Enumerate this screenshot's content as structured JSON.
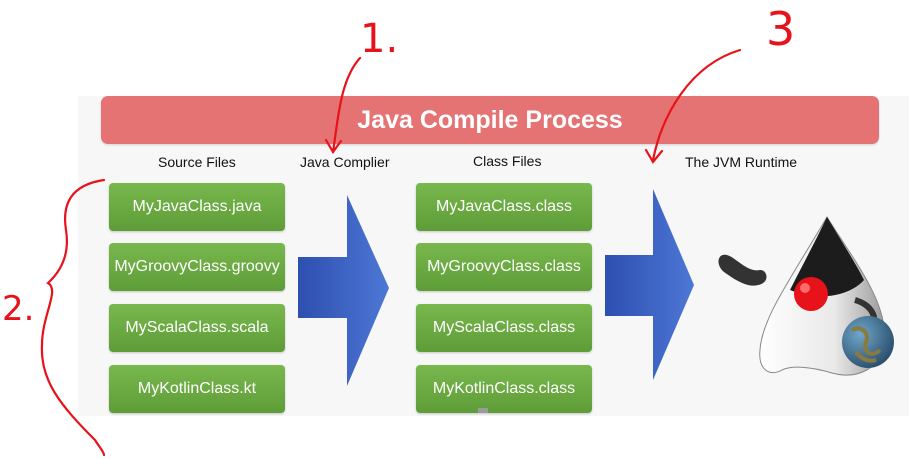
{
  "title": "Java Compile Process",
  "columns": {
    "source": "Source Files",
    "compiler": "Java Complier",
    "class_files": "Class Files",
    "runtime": "The JVM Runtime"
  },
  "source_files": [
    "MyJavaClass.java",
    "MyGroovyClass.groovy",
    "MyScalaClass.scala",
    "MyKotlinClass.kt"
  ],
  "class_files": [
    "MyJavaClass.class",
    "MyGroovyClass.class",
    "MyScalaClass.class",
    "MyKotlinClass.class"
  ],
  "annotations": {
    "first": "1.",
    "second": "2.",
    "third": "3"
  },
  "colors": {
    "banner": "#e57373",
    "file_box": "#6aaa42",
    "arrow": "#3f63c4",
    "ink": "#e8121a"
  },
  "icons": {
    "mascot": "duke-mascot-with-globe"
  }
}
